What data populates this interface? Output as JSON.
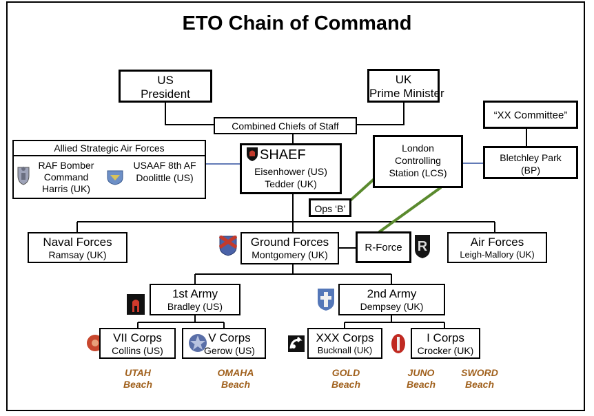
{
  "title": "ETO Chain of Command",
  "nodes": {
    "us_president": {
      "line1": "US",
      "line2": "President"
    },
    "uk_pm": {
      "line1": "UK",
      "line2": "Prime Minister"
    },
    "ccs": {
      "label": "Combined Chiefs of Staff"
    },
    "xx_committee": {
      "label": "“XX Committee”"
    },
    "allied_strategic": {
      "header": "Allied Strategic Air Forces",
      "raf_line1": "RAF Bomber",
      "raf_line2": "Command",
      "raf_line3": "Harris (UK)",
      "usaaf_line1": "USAAF 8th AF",
      "usaaf_line2": "Doolittle (US)"
    },
    "shaef": {
      "name": "SHAEF",
      "line2": "Eisenhower (US)",
      "line3": "Tedder (UK)"
    },
    "lcs": {
      "line1": "London",
      "line2": "Controlling",
      "line3": "Station (LCS)"
    },
    "bletchley": {
      "line1": "Bletchley Park",
      "line2": "(BP)"
    },
    "ops_b": {
      "label": "Ops ‘B’"
    },
    "naval": {
      "line1": "Naval Forces",
      "line2": "Ramsay (UK)"
    },
    "ground": {
      "line1": "Ground Forces",
      "line2": "Montgomery (UK)"
    },
    "rforce": {
      "label": "R-Force"
    },
    "air": {
      "line1": "Air Forces",
      "line2": "Leigh-Mallory (UK)"
    },
    "army1": {
      "line1": "1st Army",
      "line2": "Bradley (US)"
    },
    "army2": {
      "line1": "2nd Army",
      "line2": "Dempsey (UK)"
    },
    "vii_corps": {
      "line1": "VII Corps",
      "line2": "Collins (US)"
    },
    "v_corps": {
      "line1": "V Corps",
      "line2": "Gerow (US)"
    },
    "xxx_corps": {
      "line1": "XXX Corps",
      "line2": "Bucknall (UK)"
    },
    "i_corps": {
      "line1": "I Corps",
      "line2": "Crocker (UK)"
    }
  },
  "beaches": [
    {
      "line1": "UTAH",
      "line2": "Beach"
    },
    {
      "line1": "OMAHA",
      "line2": "Beach"
    },
    {
      "line1": "GOLD",
      "line2": "Beach"
    },
    {
      "line1": "JUNO",
      "line2": "Beach"
    },
    {
      "line1": "SWORD",
      "line2": "Beach"
    }
  ],
  "colors": {
    "line": "#000000",
    "blue_link": "#2f4f9e",
    "green_link": "#5a8a2e",
    "beach_text": "#a0601c"
  }
}
